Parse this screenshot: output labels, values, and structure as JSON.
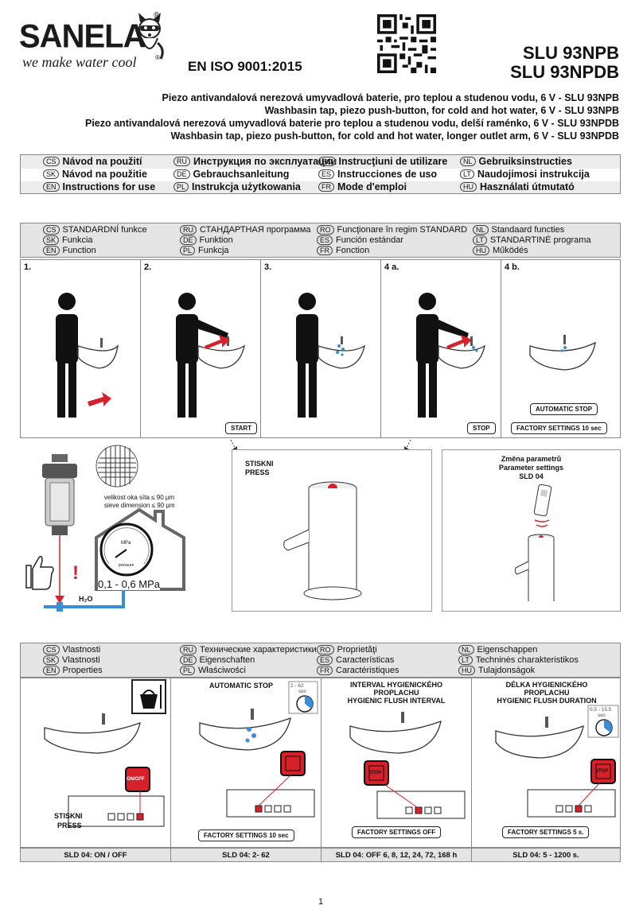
{
  "header": {
    "brand": "SANELA",
    "tagline": "we make water cool",
    "registered": "®",
    "iso": "EN ISO 9001:2015",
    "model_1": "SLU 93NPB",
    "model_2": "SLU 93NPDB"
  },
  "titles": [
    "Piezo antivandalová nerezová umyvadlová baterie, pro teplou a studenou vodu, 6 V - SLU 93NPB",
    "Washbasin tap, piezo push-button, for cold and hot water, 6 V - SLU 93NPB",
    "Piezo antivandalová nerezová umyvadlová baterie pro teplou a studenou vodu, delší raménko, 6 V - SLU 93NPDB",
    "Washbasin tap, piezo push-button, for cold and hot water, longer outlet arm, 6 V - SLU 93NPDB"
  ],
  "instructions": {
    "row1": [
      {
        "code": "CS",
        "text": "Návod na použití"
      },
      {
        "code": "RU",
        "text": "Инструкция по эксплуатации"
      },
      {
        "code": "RO",
        "text": "Instrucţiuni de utilizare"
      },
      {
        "code": "NL",
        "text": "Gebruiksinstructies"
      }
    ],
    "row2": [
      {
        "code": "SK",
        "text": "Návod na použitie"
      },
      {
        "code": "DE",
        "text": "Gebrauchsanleitung"
      },
      {
        "code": "ES",
        "text": "Instrucciones de uso"
      },
      {
        "code": "LT",
        "text": "Naudojimosi instrukcija"
      }
    ],
    "row3": [
      {
        "code": "EN",
        "text": "Instructions for use"
      },
      {
        "code": "PL",
        "text": "Instrukcja użytkowania"
      },
      {
        "code": "FR",
        "text": "Mode d'emploi"
      },
      {
        "code": "HU",
        "text": "Használati útmutató"
      }
    ]
  },
  "function_header": {
    "row1": [
      {
        "code": "CS",
        "text": "STANDARDNÍ funkce"
      },
      {
        "code": "RU",
        "text": "СТАНДАРТНАЯ программа"
      },
      {
        "code": "RO",
        "text": "Funcţionare în regim STANDARD"
      },
      {
        "code": "NL",
        "text": "Standaard functies"
      }
    ],
    "row2": [
      {
        "code": "SK",
        "text": "Funkcia"
      },
      {
        "code": "DE",
        "text": "Funktion"
      },
      {
        "code": "ES",
        "text": "Función estándar"
      },
      {
        "code": "LT",
        "text": "STANDARTINĖ programa"
      }
    ],
    "row3": [
      {
        "code": "EN",
        "text": "Function"
      },
      {
        "code": "PL",
        "text": "Funkcja"
      },
      {
        "code": "FR",
        "text": "Fonction"
      },
      {
        "code": "HU",
        "text": "Működés"
      }
    ]
  },
  "steps": {
    "s1": "1.",
    "s2": "2.",
    "s3": "3.",
    "s4a": "4 a.",
    "s4b": "4 b.",
    "start": "START",
    "stop": "STOP",
    "automatic_stop": "AUTOMATIC STOP",
    "factory_settings_10": "FACTORY SETTINGS 10 sec"
  },
  "filter": {
    "sieve_cs": "velikost oka síta ≤ 90 µm",
    "sieve_en": "sieve dimension ≤ 90 µm",
    "pressure": "0,1 - 0,6 MPa",
    "h2o": "H₂O",
    "gauge_unit": "MPa",
    "gauge_label": "pressure",
    "exclamation": "!"
  },
  "press_panel": {
    "line1": "STISKNI",
    "line2": "PRESS"
  },
  "param_panel": {
    "line1": "Změna parametrů",
    "line2": "Parameter settings",
    "line3": "SLD 04"
  },
  "properties_header": {
    "row1": [
      {
        "code": "CS",
        "text": "Vlastnosti"
      },
      {
        "code": "RU",
        "text": "Технические характеристики"
      },
      {
        "code": "RO",
        "text": "Proprietăţi"
      },
      {
        "code": "NL",
        "text": "Eigenschappen"
      }
    ],
    "row2": [
      {
        "code": "SK",
        "text": "Vlastnosti"
      },
      {
        "code": "DE",
        "text": "Eigenschaften"
      },
      {
        "code": "ES",
        "text": "Características"
      },
      {
        "code": "LT",
        "text": "Techninės charakteristikos"
      }
    ],
    "row3": [
      {
        "code": "EN",
        "text": "Properties"
      },
      {
        "code": "PL",
        "text": "Właściwości"
      },
      {
        "code": "FR",
        "text": "Caractéristiques"
      },
      {
        "code": "HU",
        "text": "Tulajdonságok"
      }
    ]
  },
  "props": {
    "onoff": "ON/OFF",
    "press1": "STISKNI",
    "press2": "PRESS",
    "auto_stop_title": "AUTOMATIC STOP",
    "auto_range": "2 - 62",
    "sec": "sec",
    "interval_t1": "INTERVAL HYGIENICKÉHO",
    "interval_t2": "PROPLACHU",
    "interval_t3": "HYGIENIC FLUSH INTERVAL",
    "duration_t1": "DÉLKA HYGIENICKÉHO",
    "duration_t2": "PROPLACHU",
    "duration_t3": "HYGIENIC FLUSH DURATION",
    "dur_range": "0.5 - 15.5",
    "stop": "STOP",
    "fs_10": "FACTORY SETTINGS 10 sec",
    "fs_off": "FACTORY SETTINGS OFF",
    "fs_5": "FACTORY SETTINGS 5 s."
  },
  "footer": {
    "c1": "SLD 04: ON / OFF",
    "c2": "SLD 04: 2- 62",
    "c3": "SLD 04: OFF 6, 8, 12, 24, 72, 168 h",
    "c4": "SLD 04: 5 - 1200 s."
  },
  "page": "1",
  "colors": {
    "accent_red": "#d8202a",
    "blue": "#3a8ed8",
    "panel_grey": "#e4e4e4"
  }
}
